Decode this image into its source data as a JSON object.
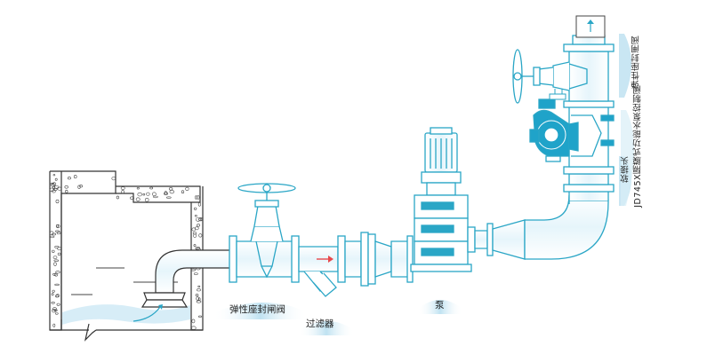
{
  "colors": {
    "outline": "#2aa6c6",
    "fill": "#ffffff",
    "pipe_shade": "#dff1f8",
    "valve_body": "#1fa3c9",
    "wave": "#c7e6f3",
    "tank_wall": "#333333",
    "arrow_red": "#e8484b"
  },
  "labels": {
    "gate_valve": "弹性座封闸阀",
    "filter": "过滤器",
    "pump": "泵",
    "soft_joint": "软接头",
    "control_valve": "JD745X隔膜式功能水泵控制阀",
    "top_gate_valve": "弹性座封闸阀"
  },
  "icons": {
    "flow_in": "flow-arrow-icon",
    "flow_red": "red-arrow-icon",
    "outlet_up": "up-arrow-icon"
  }
}
